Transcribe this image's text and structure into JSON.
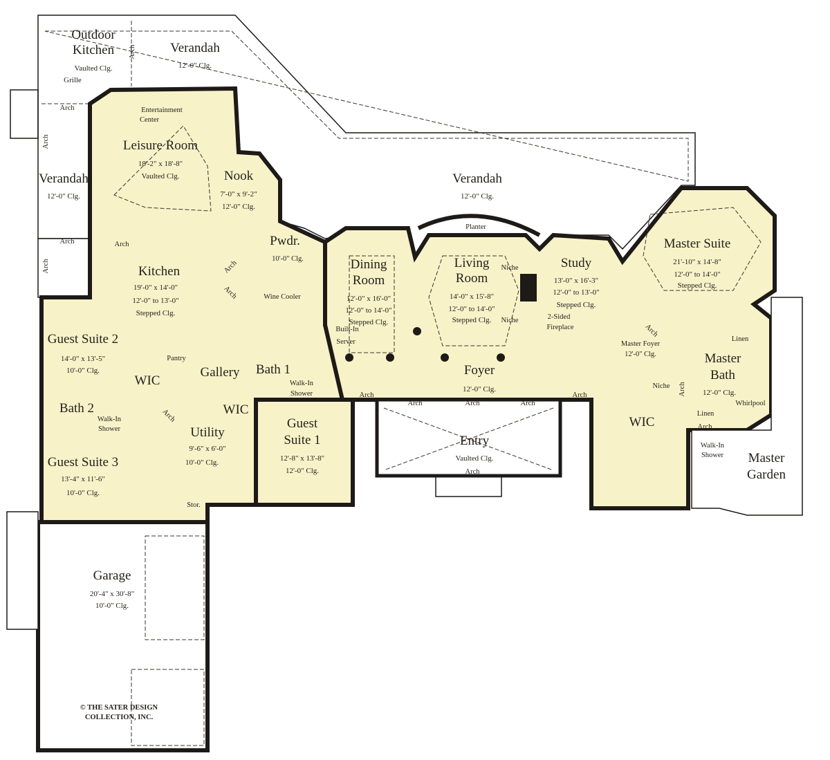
{
  "outdoor_kitchen": {
    "name1": "Outdoor",
    "name2": "Kitchen",
    "ceiling": "Vaulted Clg.",
    "grille": "Grille"
  },
  "verandah_top": {
    "name": "Verandah",
    "ceiling": "12'-0\" Clg."
  },
  "verandah_left": {
    "name": "Verandah",
    "ceiling": "12'-0\" Clg."
  },
  "verandah_center": {
    "name": "Verandah",
    "ceiling": "12'-0\" Clg."
  },
  "arch": "Arch",
  "niche": "Niche",
  "linen": "Linen",
  "entertainment": {
    "l1": "Entertainment",
    "l2": "Center"
  },
  "leisure": {
    "name": "Leisure Room",
    "dims": "18'-2\" x 18'-8\"",
    "ceiling": "Vaulted Clg."
  },
  "nook": {
    "name": "Nook",
    "dims": "7'-0\" x 9'-2\"",
    "ceiling": "12'-0\" Clg."
  },
  "planter": "Planter",
  "pwdr": {
    "name": "Pwdr.",
    "ceiling": "10'-0\" Clg."
  },
  "kitchen": {
    "name": "Kitchen",
    "dims": "19'-0\" x 14'-0\"",
    "ceiling1": "12'-0\" to 13'-0\"",
    "ceiling2": "Stepped Clg."
  },
  "wine_cooler": "Wine Cooler",
  "server": {
    "l1": "Built-In",
    "l2": "Server"
  },
  "dining": {
    "name1": "Dining",
    "name2": "Room",
    "dims": "12'-0\" x 16'-0\"",
    "ceiling1": "12'-0\" to 14'-0\"",
    "ceiling2": "Stepped Clg."
  },
  "living": {
    "name1": "Living",
    "name2": "Room",
    "dims": "14'-0\" x 15'-8\"",
    "ceiling1": "12'-0\" to 14'-0\"",
    "ceiling2": "Stepped Clg."
  },
  "study": {
    "name": "Study",
    "dims": "13'-0\" x 16'-3\"",
    "ceiling1": "12'-0\" to 13'-0\"",
    "ceiling2": "Stepped Clg."
  },
  "fireplace": {
    "l1": "2-Sided",
    "l2": "Fireplace"
  },
  "master_suite": {
    "name": "Master Suite",
    "dims": "21'-10\" x 14'-8\"",
    "ceiling1": "12'-0\" to 14'-0\"",
    "ceiling2": "Stepped Clg."
  },
  "master_foyer": {
    "name": "Master Foyer",
    "ceiling": "12'-0\" Clg."
  },
  "master_bath": {
    "name1": "Master",
    "name2": "Bath",
    "ceiling": "12'-0\" Clg.",
    "whirlpool": "Whirlpool"
  },
  "master_wic": {
    "name": "WIC"
  },
  "master_shower": {
    "l1": "Walk-In",
    "l2": "Shower"
  },
  "master_garden": {
    "name1": "Master",
    "name2": "Garden"
  },
  "foyer": {
    "name": "Foyer",
    "ceiling": "12'-0\" Clg."
  },
  "entry": {
    "name": "Entry",
    "ceiling": "Vaulted Clg."
  },
  "guest2": {
    "name": "Guest Suite 2",
    "dims": "14'-0\" x 13'-5\"",
    "ceiling": "10'-0\" Clg."
  },
  "pantry": "Pantry",
  "gallery": "Gallery",
  "bath1": {
    "name": "Bath 1",
    "l1": "Walk-In",
    "l2": "Shower"
  },
  "wic1": "WIC",
  "wic2": "WIC",
  "bath2": {
    "name": "Bath 2",
    "l1": "Walk-In",
    "l2": "Shower"
  },
  "guest1": {
    "name1": "Guest",
    "name2": "Suite 1",
    "dims": "12'-8\" x 13'-8\"",
    "ceiling": "12'-0\" Clg."
  },
  "utility": {
    "name": "Utility",
    "dims": "9'-6\" x 6'-0\"",
    "ceiling": "10'-0\" Clg."
  },
  "guest3": {
    "name": "Guest Suite 3",
    "dims": "13'-4\" x 11'-6\"",
    "ceiling": "10'-0\" Clg."
  },
  "stor": "Stor.",
  "garage": {
    "name": "Garage",
    "dims": "20'-4\" x 30'-8\"",
    "ceiling": "10'-0\" Clg."
  },
  "copyright": {
    "l1": "© THE SATER DESIGN",
    "l2": "COLLECTION, INC."
  }
}
